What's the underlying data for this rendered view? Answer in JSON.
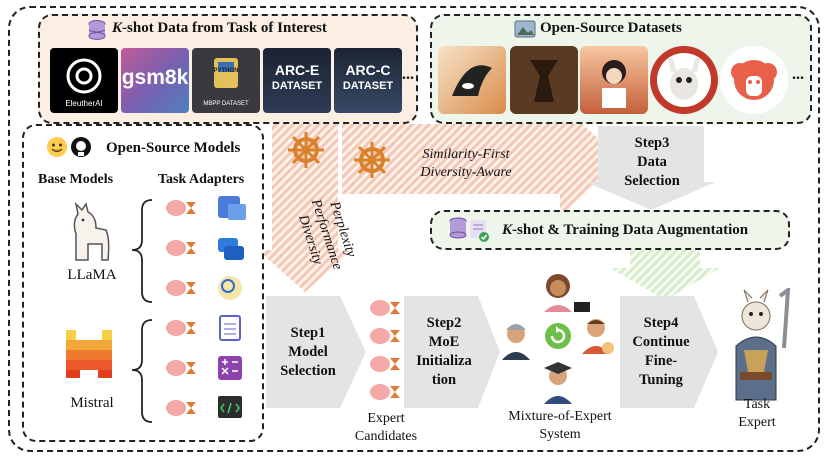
{
  "kshot_panel": {
    "title_k": "K",
    "title_rest": "-shot Data from Task of Interest",
    "ellipsis": "...",
    "thumbs": [
      "EleutherAI",
      "gsm8k",
      "PYTHON",
      "MBPP DATASET",
      "ARC-E",
      "DATASET",
      "ARC-C",
      "DATASET"
    ]
  },
  "osd_panel": {
    "title": "Open-Source Datasets",
    "ellipsis": "..."
  },
  "osm_panel": {
    "title": "Open-Source Models",
    "col_base": "Base Models",
    "col_adapters": "Task Adapters",
    "model1": "LLaMA",
    "model2": "Mistral"
  },
  "criteria_left": [
    "Perplexity",
    "Performance",
    "Diversity"
  ],
  "criteria_right": [
    "Similarity-First",
    "Diversity-Aware"
  ],
  "aug_panel": {
    "title_k": "K",
    "title_rest": "-shot & Training Data Augmentation"
  },
  "steps": {
    "step1": [
      "Step1",
      "Model",
      "Selection"
    ],
    "step2": [
      "Step2",
      "MoE",
      "Initializa",
      "tion"
    ],
    "step3": [
      "Step3",
      "Data",
      "Selection"
    ],
    "step4": [
      "Step4",
      "Continue",
      "Fine-",
      "Tuning"
    ]
  },
  "captions": {
    "expert_candidates": [
      "Expert",
      "Candidates"
    ],
    "moe_system": [
      "Mixture-of-Expert",
      "System"
    ],
    "task_expert": [
      "Task",
      "Expert"
    ]
  },
  "colors": {
    "kshot_bg": "#fbeee3",
    "osd_bg": "#eef5ea",
    "arrow_gray": "#e6e6e6",
    "hatch": "#f3b9a0",
    "hatch_green": "#cfe8c2",
    "accent": "#e07a3a"
  }
}
